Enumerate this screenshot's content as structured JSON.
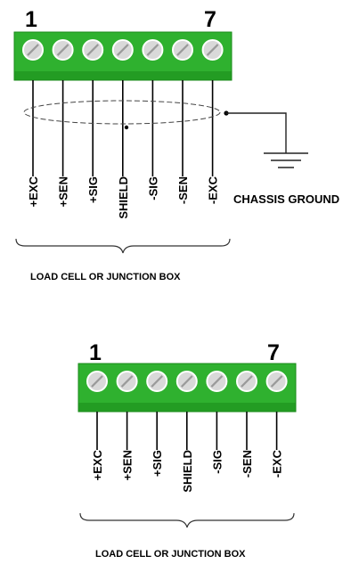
{
  "colors": {
    "block": "#2fb12f",
    "block_edge": "#1a8a1a",
    "screw": "#d9d9d9",
    "screw_rim": "#ffffff",
    "screw_slot": "#9a9a9a",
    "ink": "#000000"
  },
  "top_diagram": {
    "pin_first": "1",
    "pin_last": "7",
    "terminals": [
      "+EXC",
      "+SEN",
      "+SIG",
      "SHIELD",
      "-SIG",
      "-SEN",
      "-EXC"
    ],
    "ground_label": "CHASSIS GROUND",
    "caption": "LOAD CELL OR JUNCTION BOX"
  },
  "bottom_diagram": {
    "pin_first": "1",
    "pin_last": "7",
    "terminals": [
      "+EXC",
      "+SEN",
      "+SIG",
      "SHIELD",
      "-SIG",
      "-SEN",
      "-EXC"
    ],
    "caption": "LOAD CELL OR JUNCTION BOX"
  }
}
